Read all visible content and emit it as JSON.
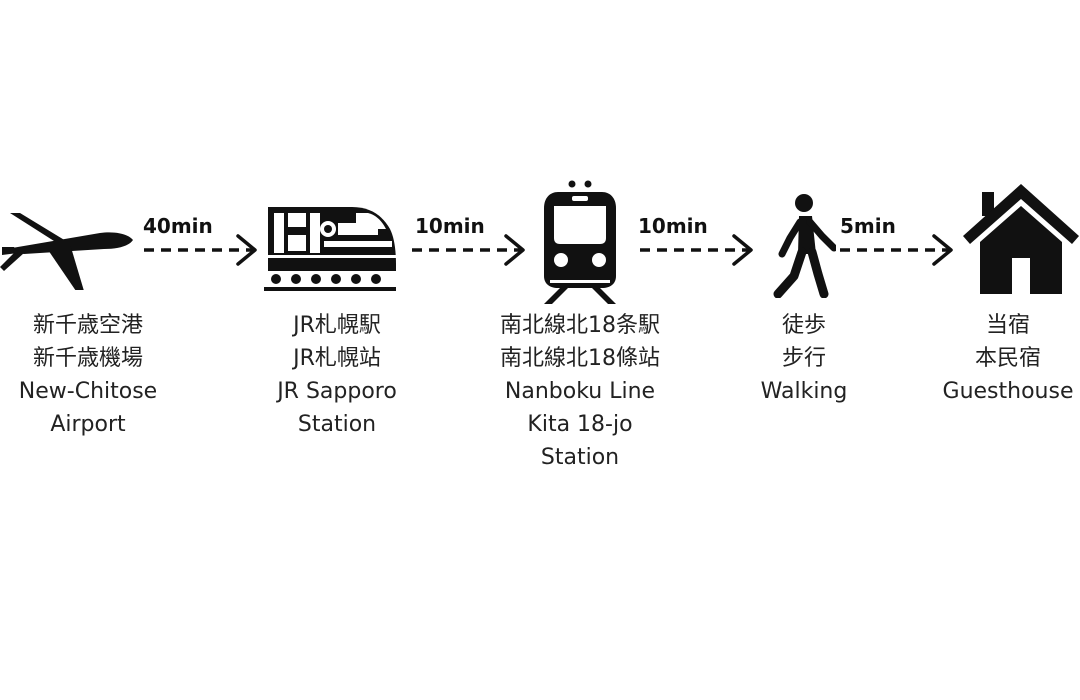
{
  "colors": {
    "ink": "#111111",
    "background": "#ffffff"
  },
  "stops": [
    {
      "icon": "airplane-icon",
      "lines": [
        "新千歳空港",
        "新千歳機場",
        "New-Chitose",
        "Airport"
      ]
    },
    {
      "icon": "jr-train-icon",
      "lines": [
        "JR札幌駅",
        "JR札幌站",
        "JR Sapporo",
        "Station"
      ]
    },
    {
      "icon": "subway-icon",
      "lines": [
        "南北線北18条駅",
        "南北線北18條站",
        "Nanboku Line",
        "Kita 18-jo",
        "Station"
      ]
    },
    {
      "icon": "walking-person-icon",
      "lines": [
        "徒歩",
        "步行",
        "Walking"
      ]
    },
    {
      "icon": "house-icon",
      "lines": [
        "当宿",
        "本民宿",
        "Guesthouse"
      ]
    }
  ],
  "legs": [
    {
      "duration": "40min"
    },
    {
      "duration": "10min"
    },
    {
      "duration": "10min"
    },
    {
      "duration": "5min"
    }
  ]
}
